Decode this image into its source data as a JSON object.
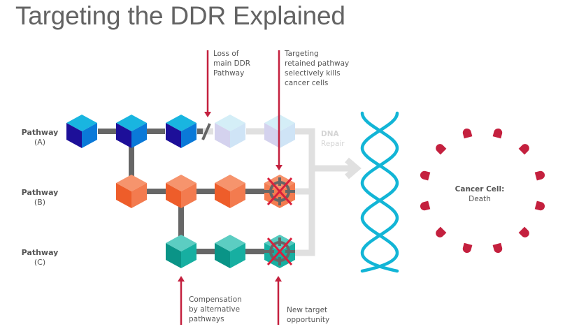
{
  "title": "Targeting the DDR Explained",
  "pathways": [
    {
      "label": "Pathway",
      "id": "(A)",
      "status": "lost",
      "colors": {
        "top": "#19b5e0",
        "left": "#1d0f99",
        "right": "#0a79d8",
        "faded": "#d2e4f5"
      }
    },
    {
      "label": "Pathway",
      "id": "(B)",
      "status": "retained-targeted",
      "colors": {
        "top": "#f6946d",
        "left": "#ee5d2a",
        "right": "#f37b4f"
      }
    },
    {
      "label": "Pathway",
      "id": "(C)",
      "status": "compensating-targeted",
      "colors": {
        "top": "#5ccdc2",
        "left": "#0a9487",
        "right": "#17afa1"
      }
    }
  ],
  "annotations": {
    "loss": [
      "Loss of",
      "main DDR",
      "Pathway"
    ],
    "targeting": [
      "Targeting",
      "retained pathway",
      "selectively kills",
      "cancer cells"
    ],
    "compensation": [
      "Compensation",
      "by alternative",
      "pathways"
    ],
    "new_target": [
      "New target",
      "opportunity"
    ]
  },
  "dna_repair": {
    "line1": "DNA",
    "line2": "Repair"
  },
  "cancer_cell": {
    "title": "Cancer Cell:",
    "subtitle": "Death",
    "fragment_count": 12
  },
  "icons": {
    "target": "crosshair-target-icon",
    "cross": "red-x-icon",
    "break": "pathway-break-slash-icon",
    "arrow": "down-arrow-icon"
  },
  "colors": {
    "accent_red": "#c4203e",
    "connector": "#666666",
    "faded_connector": "#dddddd",
    "dna_blue": "#12b5d6",
    "text": "#555555"
  }
}
